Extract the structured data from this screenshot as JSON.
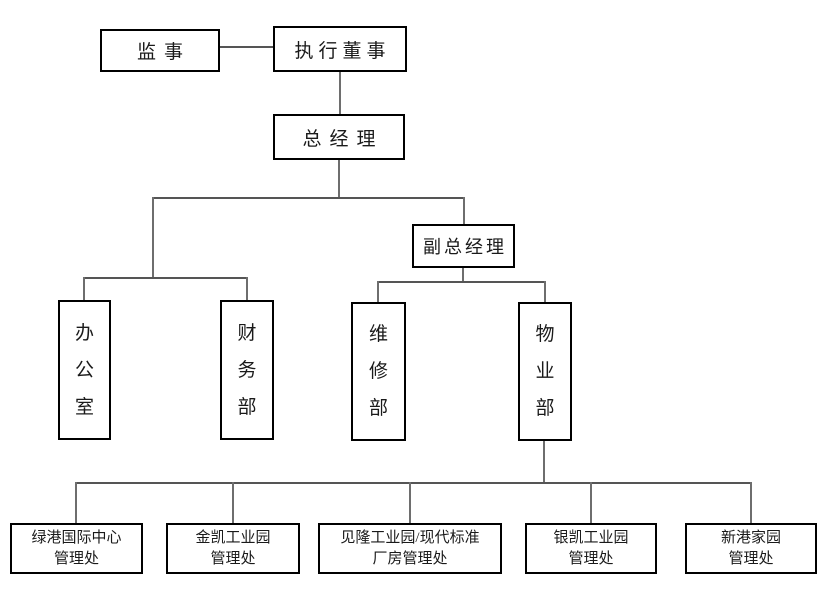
{
  "org_chart": {
    "nodes": {
      "supervisor": "监事",
      "executive_director": "执行董事",
      "general_manager": "总经理",
      "deputy_general_manager": "副总经理",
      "office": "办公室",
      "finance_dept": "财务部",
      "maintenance_dept": "维修部",
      "property_dept": "物业部"
    },
    "management_offices": [
      {
        "line1": "绿港国际中心",
        "line2": "管理处"
      },
      {
        "line1": "金凯工业园",
        "line2": "管理处"
      },
      {
        "line1": "见隆工业园/现代标准",
        "line2": "厂房管理处"
      },
      {
        "line1": "银凯工业园",
        "line2": "管理处"
      },
      {
        "line1": "新港家园",
        "line2": "管理处"
      }
    ],
    "colors": {
      "background": "#ffffff",
      "box_border": "#000000",
      "connector_horizontal": "#555555",
      "connector_vertical": "#6e6e6e",
      "text": "#1a1a1a"
    }
  }
}
